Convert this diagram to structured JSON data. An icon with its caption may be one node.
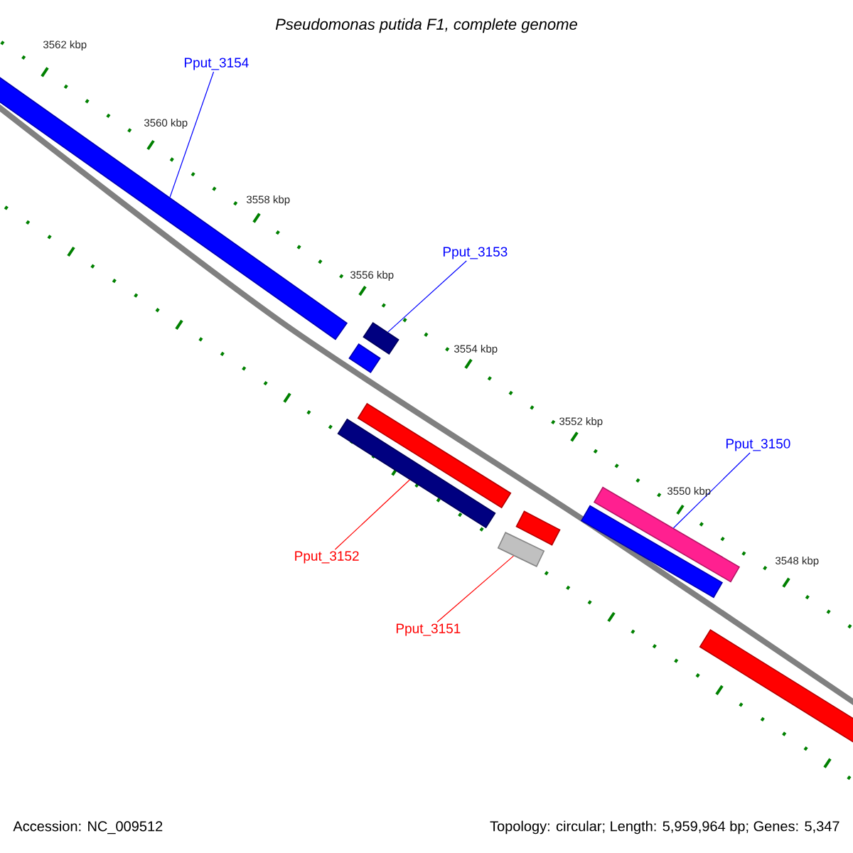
{
  "diagram": {
    "title": "Pseudomonas putida F1, complete genome",
    "nodes": [
      {
        "text": [
          "Pput_3154"
        ]
      },
      {
        "text": [],
        "shape": "bar"
      },
      {
        "text": [
          "Pput_3153"
        ]
      },
      {
        "text": [],
        "shape": "bar"
      },
      {
        "text": [],
        "shape": "bar"
      },
      {
        "text": [
          "Pput_3150"
        ]
      },
      {
        "text": [],
        "shape": "bar"
      },
      {
        "text": [],
        "shape": "bar"
      },
      {
        "text": [],
        "shape": "bar"
      },
      {
        "text": [],
        "shape": "bar"
      },
      {
        "text": [],
        "shape": "bar"
      },
      {
        "text": [],
        "shape": "bar"
      },
      {
        "text": [
          "Pput_3152"
        ]
      },
      {
        "text": [
          "Pput_3151"
        ]
      },
      {
        "text": [],
        "shape": "bar"
      }
    ],
    "edges": [
      {
        "from": 0,
        "to": 1,
        "arrow": "none"
      },
      {
        "from": 2,
        "to": 3,
        "arrow": "none"
      },
      {
        "from": 5,
        "to": 6,
        "arrow": "none"
      },
      {
        "from": 12,
        "to": 9,
        "arrow": "none",
        "color": "#ff0000"
      },
      {
        "from": 13,
        "to": 11,
        "arrow": "none",
        "color": "#ff0000"
      }
    ],
    "labels": [
      "3562 kbp",
      "3560 kbp",
      "3558 kbp",
      "3556 kbp",
      "3554 kbp",
      "3552 kbp",
      "3550 kbp",
      "3548 kbp",
      "Accession: NC_009512",
      "Topology: circular; Length: 5,959,964 bp; Genes: 5,347"
    ]
  }
}
